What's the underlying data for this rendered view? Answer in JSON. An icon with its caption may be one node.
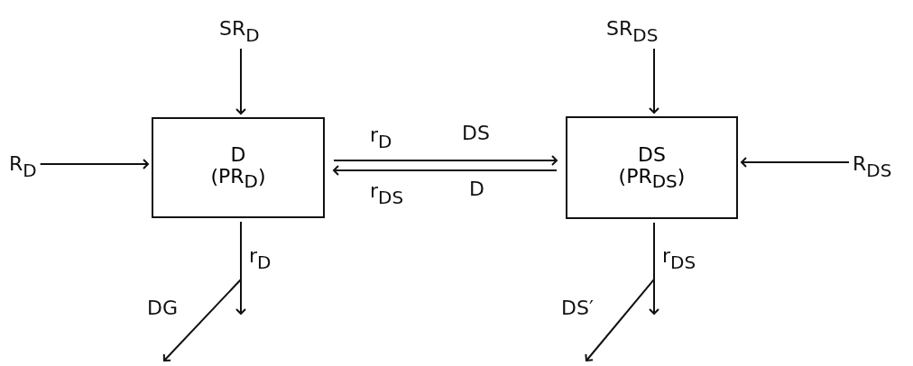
{
  "diagram": {
    "nodes": [
      {
        "text": [
          "SR$_{D}$"
        ]
      },
      {
        "text": [
          "R$_{D}$"
        ]
      },
      {
        "text": [
          "D",
          "(PR$_{D}$)"
        ]
      },
      {
        "text": [
          "SR$_{DS}$"
        ]
      },
      {
        "text": [
          "DS",
          "(PR$_{DS}$)"
        ]
      },
      {
        "text": [
          "R$_{DS}$"
        ]
      }
    ],
    "edges": [
      {
        "from": 0,
        "to": 2,
        "arrow": "to"
      },
      {
        "from": 1,
        "to": 2,
        "arrow": "to"
      },
      {
        "from": 2,
        "to": 4,
        "arrow": "to",
        "label": "r$_{D}$"
      },
      {
        "from": 4,
        "to": 2,
        "arrow": "to",
        "label": "r$_{DS}$"
      },
      {
        "from": 3,
        "to": 4,
        "arrow": "to"
      },
      {
        "from": 5,
        "to": 4,
        "arrow": "to"
      },
      {
        "from": 2,
        "to": null,
        "arrow": "to",
        "label": "r$_{D}$"
      },
      {
        "from": 2,
        "to": null,
        "arrow": "to",
        "label": "DG"
      },
      {
        "from": 4,
        "to": null,
        "arrow": "to",
        "label": "r$_{DS}$"
      },
      {
        "from": 4,
        "to": null,
        "arrow": "to",
        "label": "DS′"
      }
    ],
    "labels": [
      "DS",
      "D"
    ]
  }
}
